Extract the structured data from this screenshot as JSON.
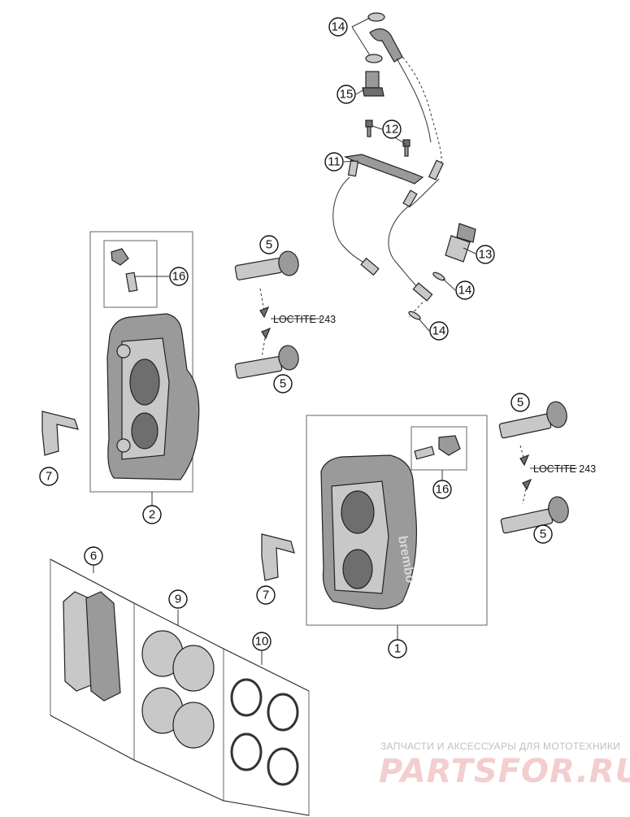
{
  "callouts": {
    "c14a": "14",
    "c15": "15",
    "c12": "12",
    "c11": "11",
    "c13": "13",
    "c14b": "14",
    "c14c": "14",
    "c5a": "5",
    "c5b": "5",
    "c16a": "16",
    "c2": "2",
    "c7a": "7",
    "c5c": "5",
    "c5d": "5",
    "c16b": "16",
    "c1": "1",
    "c7b": "7",
    "c6": "6",
    "c9": "9",
    "c10": "10"
  },
  "notes": {
    "loctite_left": "LOCTITE 243",
    "loctite_right": "LOCTITE 243"
  },
  "caliper_brand": "brembo",
  "watermark": {
    "tagline": "ЗАПЧАСТИ И АКСЕССУАРЫ ДЛЯ МОТОТЕХНИКИ",
    "brand": "PARTSFOR.RU"
  }
}
